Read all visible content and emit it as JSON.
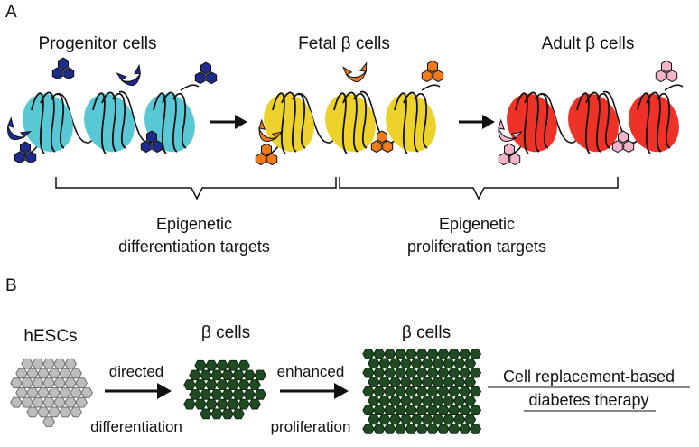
{
  "panel_a": {
    "label": "A",
    "stages": [
      {
        "title": "Progenitor cells",
        "nucleosome_color": "#58c8d4",
        "mark_color": "#1e2b8c"
      },
      {
        "title": "Fetal β cells",
        "nucleosome_color": "#ecd22a",
        "mark_color": "#ee7a1c"
      },
      {
        "title": "Adult β cells",
        "nucleosome_color": "#ee3228",
        "mark_color": "#f4b5cc"
      }
    ],
    "targets": [
      {
        "line1": "Epigenetic",
        "line2": "differentiation targets"
      },
      {
        "line1": "Epigenetic",
        "line2": "proliferation targets"
      }
    ]
  },
  "panel_b": {
    "label": "B",
    "start_label": "hESCs",
    "mid_label": "β cells",
    "end_label": "β cells",
    "step1_top": "directed",
    "step1_bottom": "differentiation",
    "step2_top": "enhanced",
    "step2_bottom": "proliferation",
    "therapy_line1": "Cell replacement-based",
    "therapy_line2": "diabetes therapy",
    "hesc_color": "#bdbdbd",
    "beta_color": "#1f4a22"
  }
}
